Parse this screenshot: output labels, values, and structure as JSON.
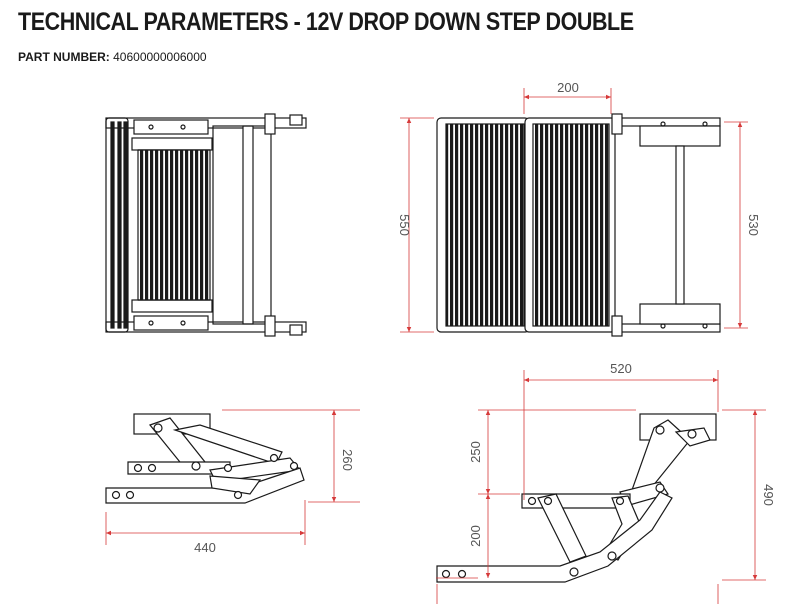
{
  "header": {
    "title": "TECHNICAL PARAMETERS - 12V DROP DOWN STEP DOUBLE",
    "part_label": "PART NUMBER:",
    "part_number": "40600000006000"
  },
  "dimensions": {
    "top_step_width": "200",
    "overall_depth": "550",
    "frame_depth": "530",
    "extended_length": "520",
    "upper_height": "250",
    "lower_height": "200",
    "total_height": "490",
    "folded_height": "260",
    "folded_length": "440"
  },
  "colors": {
    "dimension_line": "#d63a3a",
    "drawing_line": "#1a1a1a",
    "dimension_text": "#555555"
  }
}
